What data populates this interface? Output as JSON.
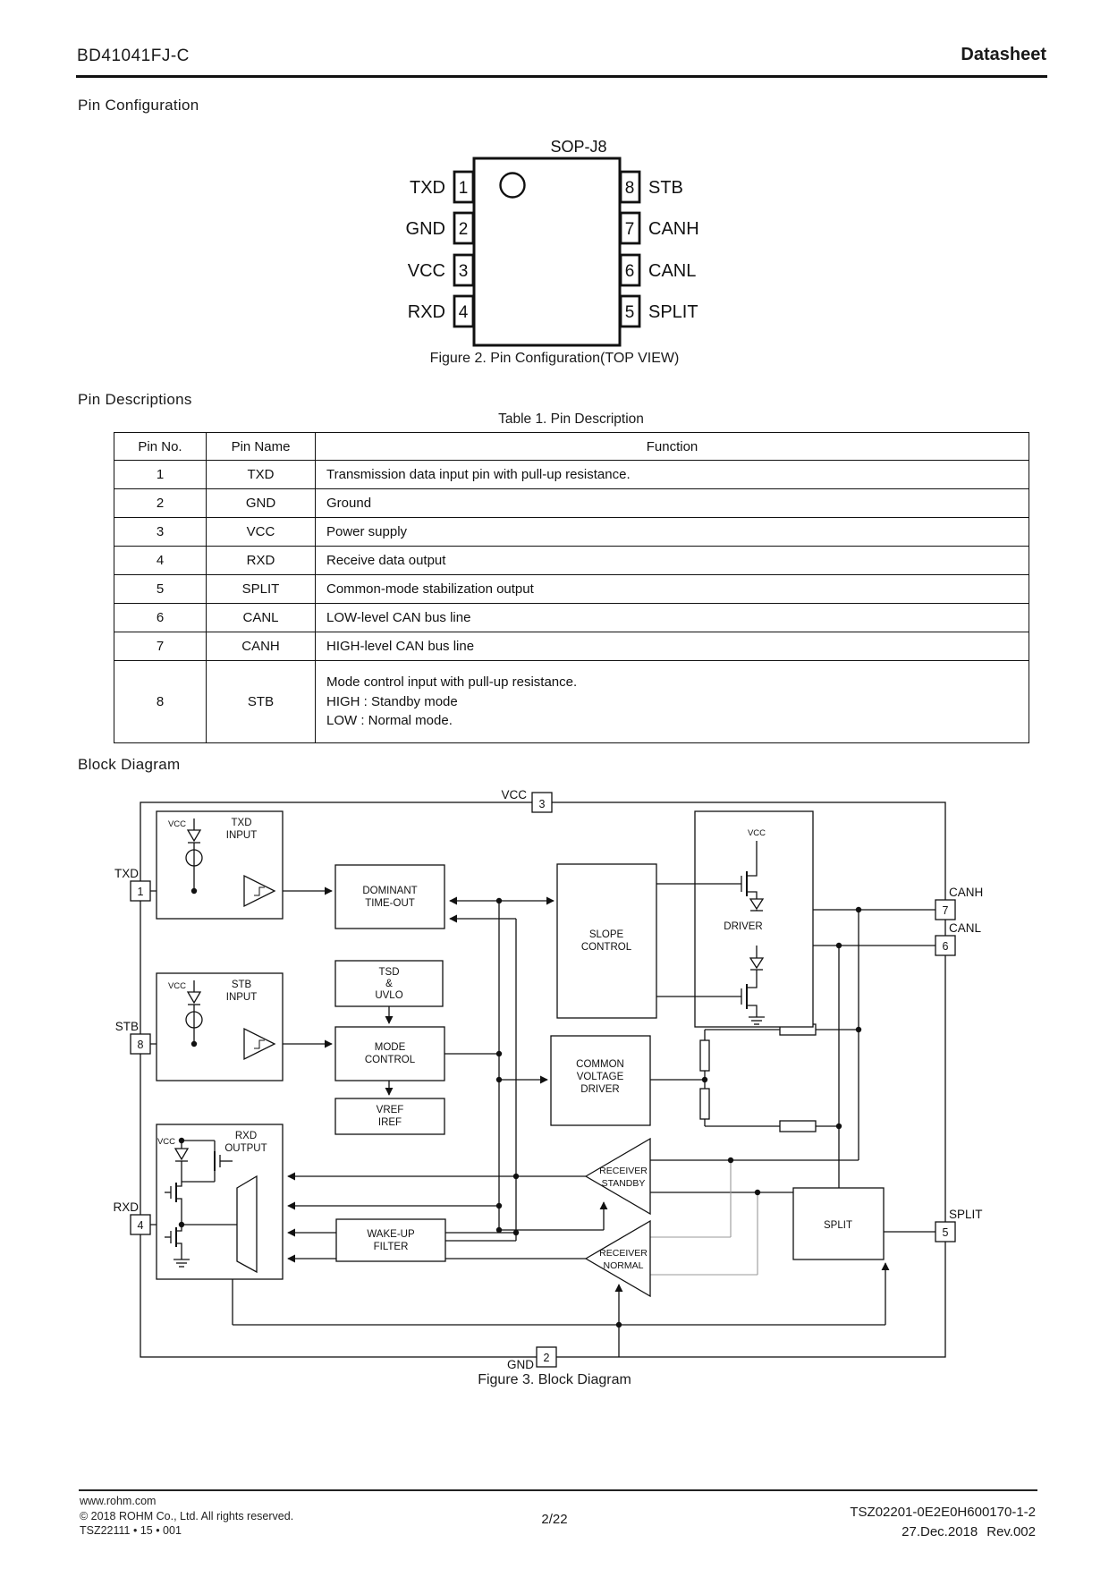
{
  "header": {
    "title": "BD41041FJ-C",
    "doc_type": "Datasheet"
  },
  "pin_configuration": {
    "heading": "Pin Configuration",
    "package_name": "SOP-J8",
    "caption": "Figure 2. Pin Configuration(TOP VIEW)",
    "left_pins": [
      {
        "label": "TXD",
        "number": "1"
      },
      {
        "label": "GND",
        "number": "2"
      },
      {
        "label": "VCC",
        "number": "3"
      },
      {
        "label": "RXD",
        "number": "4"
      }
    ],
    "right_pins": [
      {
        "number": "8",
        "label": "STB"
      },
      {
        "number": "7",
        "label": "CANH"
      },
      {
        "number": "6",
        "label": "CANL"
      },
      {
        "number": "5",
        "label": "SPLIT"
      }
    ]
  },
  "pin_descriptions": {
    "heading": "Pin Descriptions",
    "table_caption": "Table 1. Pin Description",
    "columns": [
      "Pin No.",
      "Pin Name",
      "Function"
    ],
    "rows": [
      {
        "no": "1",
        "name": "TXD",
        "function": [
          "Transmission data input pin with pull-up resistance."
        ]
      },
      {
        "no": "2",
        "name": "GND",
        "function": [
          "Ground"
        ]
      },
      {
        "no": "3",
        "name": "VCC",
        "function": [
          "Power supply"
        ]
      },
      {
        "no": "4",
        "name": "RXD",
        "function": [
          "Receive data output"
        ]
      },
      {
        "no": "5",
        "name": "SPLIT",
        "function": [
          "Common-mode stabilization output"
        ]
      },
      {
        "no": "6",
        "name": "CANL",
        "function": [
          "LOW-level CAN bus line"
        ]
      },
      {
        "no": "7",
        "name": "CANH",
        "function": [
          "HIGH-level CAN bus line"
        ]
      },
      {
        "no": "8",
        "name": "STB",
        "function": [
          "Mode control input with pull-up resistance.",
          "HIGH : Standby mode",
          "LOW : Normal mode."
        ]
      }
    ]
  },
  "block_diagram": {
    "heading": "Block Diagram",
    "caption": "Figure 3. Block Diagram",
    "vcc_label": "VCC",
    "pins": {
      "txd": {
        "label": "TXD",
        "number": "1"
      },
      "gnd": {
        "label": "GND",
        "number": "2"
      },
      "vcc": {
        "label": "VCC",
        "number": "3"
      },
      "rxd": {
        "label": "RXD",
        "number": "4"
      },
      "split": {
        "label": "SPLIT",
        "number": "5"
      },
      "canl": {
        "label": "CANL",
        "number": "6"
      },
      "canh": {
        "label": "CANH",
        "number": "7"
      },
      "stb": {
        "label": "STB",
        "number": "8"
      }
    },
    "blocks": {
      "txd_input": [
        "TXD",
        "INPUT"
      ],
      "stb_input": [
        "STB",
        "INPUT"
      ],
      "rxd_output": [
        "RXD",
        "OUTPUT"
      ],
      "dominant": [
        "DOMINANT",
        "TIME-OUT"
      ],
      "tsd_uvlo": [
        "TSD",
        "&",
        "UVLO"
      ],
      "mode_control": [
        "MODE",
        "CONTROL"
      ],
      "vref_iref": [
        "VREF",
        "IREF"
      ],
      "wakeup_filter": [
        "WAKE-UP",
        "FILTER"
      ],
      "slope_control": [
        "SLOPE",
        "CONTROL"
      ],
      "driver": [
        "DRIVER"
      ],
      "common_voltage": [
        "COMMON",
        "VOLTAGE",
        "DRIVER"
      ],
      "receiver_standby": [
        "RECEIVER",
        "STANDBY"
      ],
      "receiver_normal": [
        "RECEIVER",
        "NORMAL"
      ],
      "split_block": [
        "SPLIT"
      ]
    }
  },
  "footer": {
    "site": "www.rohm.com",
    "copyright": "© 2018 ROHM Co., Ltd. All rights reserved.",
    "doc_code": "TSZ22111 • 15 • 001",
    "page": "2/22",
    "ref_code": "TSZ02201-0E2E0H600170-1-2",
    "date": "27.Dec.2018",
    "revision": "Rev.002"
  }
}
